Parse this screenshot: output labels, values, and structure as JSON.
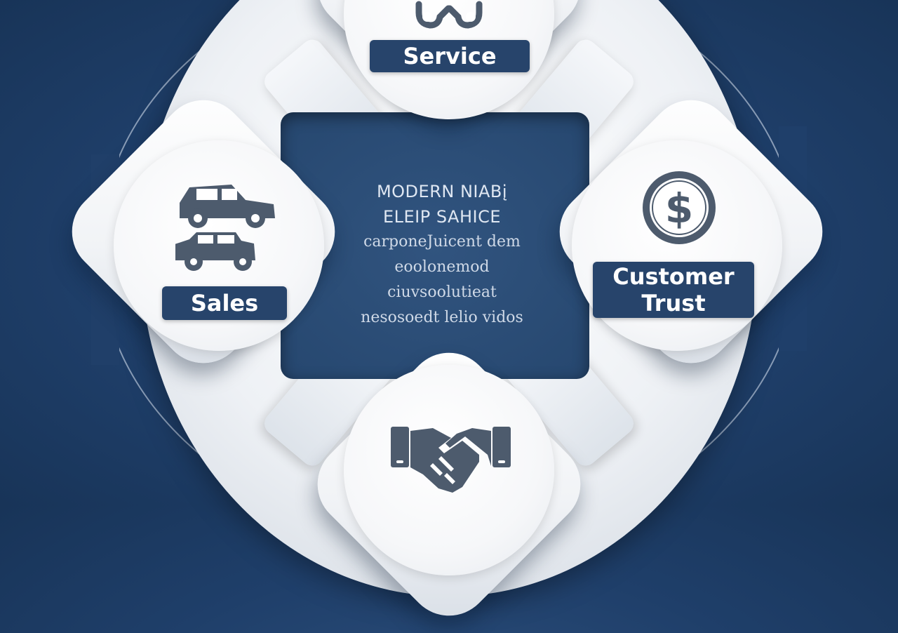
{
  "nodes": {
    "service": {
      "label": "Service",
      "icon": "wrench-icon"
    },
    "sales": {
      "label": "Sales",
      "icon": "car-icon"
    },
    "trust": {
      "label_line1": "Customer",
      "label_line2": "Trust",
      "icon": "dollar-icon"
    },
    "partnership": {
      "icon": "handshake-icon"
    }
  },
  "center": {
    "title_line1": "MODERN NIABį",
    "title_line2": "ELEIP SAHICE",
    "body_lines": [
      "carponeJuicent dem",
      "eoolonemod",
      "ciuvsoolutieat",
      "nesosoedt lelio vidos"
    ]
  },
  "colors": {
    "background": "#1f3f6a",
    "accent_navy": "#27446b",
    "tile_white": "#f4f6f8"
  }
}
